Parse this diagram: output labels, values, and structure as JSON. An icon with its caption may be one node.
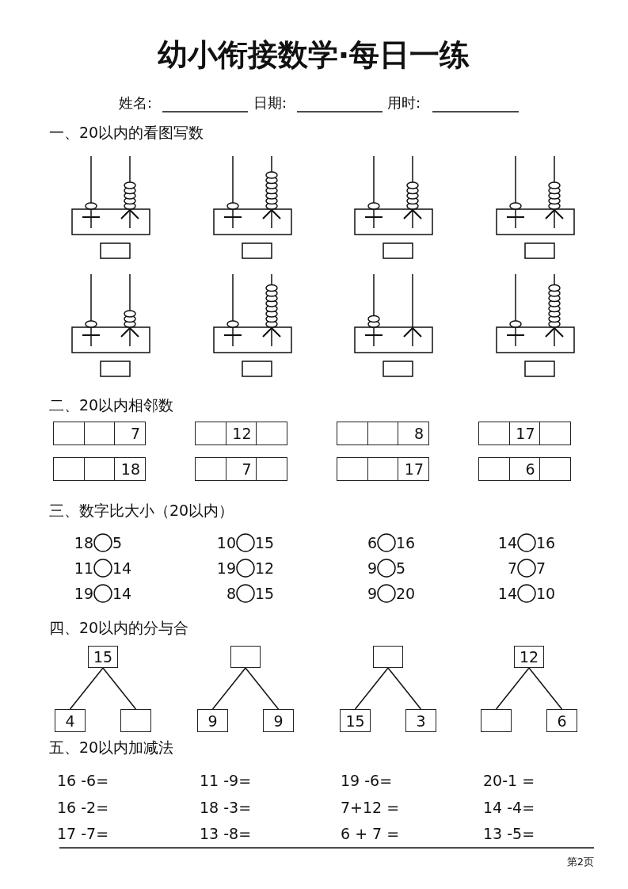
{
  "diagram": {
    "title": "幼小衔接数学·每日一练",
    "nodes": [
      {
        "text": [],
        "shape": "box"
      },
      {
        "text": [],
        "shape": "box"
      },
      {
        "text": [
          "7"
        ]
      },
      {
        "text": [],
        "shape": "box"
      },
      {
        "text": [
          "12"
        ]
      },
      {
        "text": [],
        "shape": "box"
      },
      {
        "text": [],
        "shape": "box"
      },
      {
        "text": [],
        "shape": "box"
      },
      {
        "text": [
          "8"
        ]
      },
      {
        "text": [],
        "shape": "box"
      },
      {
        "text": [
          "17"
        ]
      },
      {
        "text": [],
        "shape": "box"
      },
      {
        "text": [],
        "shape": "box"
      },
      {
        "text": [],
        "shape": "box"
      },
      {
        "text": [
          "18"
        ]
      },
      {
        "text": [],
        "shape": "box"
      },
      {
        "text": [
          "7"
        ]
      },
      {
        "text": [],
        "shape": "box"
      },
      {
        "text": [],
        "shape": "box"
      },
      {
        "text": [],
        "shape": "box"
      },
      {
        "text": [
          "17"
        ]
      },
      {
        "text": [],
        "shape": "box"
      },
      {
        "text": [
          "6"
        ]
      },
      {
        "text": [],
        "shape": "box"
      },
      {
        "text": [
          "15"
        ]
      },
      {
        "text": [
          "4"
        ]
      },
      {
        "text": [],
        "shape": "box"
      },
      {
        "text": [],
        "shape": "box"
      },
      {
        "text": [
          "9"
        ]
      },
      {
        "text": [
          "9"
        ]
      },
      {
        "text": [],
        "shape": "box"
      },
      {
        "text": [
          "15"
        ]
      },
      {
        "text": [
          "3"
        ]
      },
      {
        "text": [
          "12"
        ]
      },
      {
        "text": [],
        "shape": "box"
      },
      {
        "text": [
          "6"
        ]
      }
    ],
    "edges": [
      {
        "from": 24,
        "to": 25,
        "arrow": "none"
      },
      {
        "from": 24,
        "to": 26,
        "arrow": "none"
      },
      {
        "from": 27,
        "to": 28,
        "arrow": "none"
      },
      {
        "from": 27,
        "to": 29,
        "arrow": "none"
      },
      {
        "from": 30,
        "to": 31,
        "arrow": "none"
      },
      {
        "from": 30,
        "to": 32,
        "arrow": "none"
      },
      {
        "from": 33,
        "to": 34,
        "arrow": "none"
      },
      {
        "from": 33,
        "to": 35,
        "arrow": "none"
      }
    ],
    "labels": [
      "姓名:",
      "日期:",
      "用时:",
      "一、20以内的看图写数",
      "二、20以内相邻数",
      "三、数字比大小（20以内）",
      "18",
      "5",
      "10",
      "15",
      "6",
      "16",
      "14",
      "16",
      "11",
      "14",
      "19",
      "12",
      "9",
      "5",
      "7",
      "7",
      "19",
      "14",
      "8",
      "15",
      "9",
      "20",
      "14",
      "10",
      "四、20以内的分与合",
      "五、20以内加减法",
      "16 -6=",
      "11 -9=",
      "19 -6=",
      "20-1 =",
      "16 -2=",
      "18 -3=",
      "7+12 =",
      "14 -4=",
      "17 -7=",
      "13 -8=",
      "6 + 7 =",
      "13 -5=",
      "第2页"
    ]
  }
}
